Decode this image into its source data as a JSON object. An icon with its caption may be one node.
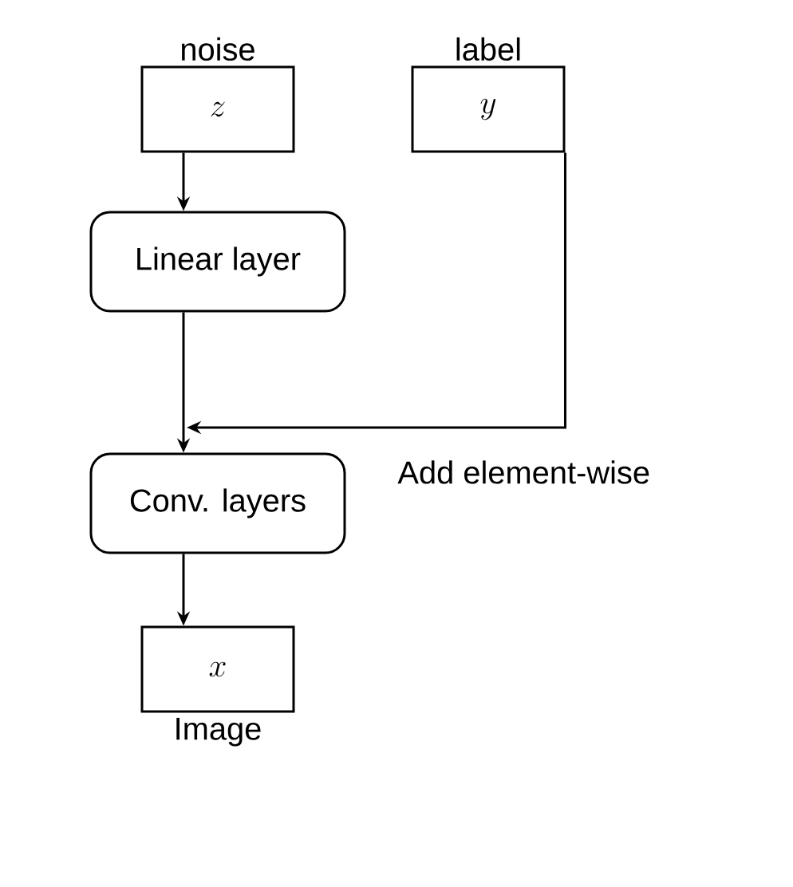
{
  "diagram": {
    "nodes": [
      {
        "text": [
          "z"
        ],
        "beside": [
          "noise"
        ]
      },
      {
        "text": [
          "y"
        ],
        "beside": [
          "label"
        ]
      },
      {
        "text": [
          "Linear layer"
        ]
      },
      {
        "text": [
          "Conv. layers"
        ]
      },
      {
        "text": [
          "x"
        ],
        "beside": [
          "Image"
        ]
      }
    ],
    "edges": [
      {
        "from": 0,
        "to": 2,
        "arrow": "to"
      },
      {
        "from": 2,
        "to": 3,
        "arrow": "to"
      },
      {
        "from": 1,
        "to": 3,
        "arrow": "to",
        "label": "Add element-wise"
      },
      {
        "from": 3,
        "to": 4,
        "arrow": "to"
      }
    ]
  }
}
